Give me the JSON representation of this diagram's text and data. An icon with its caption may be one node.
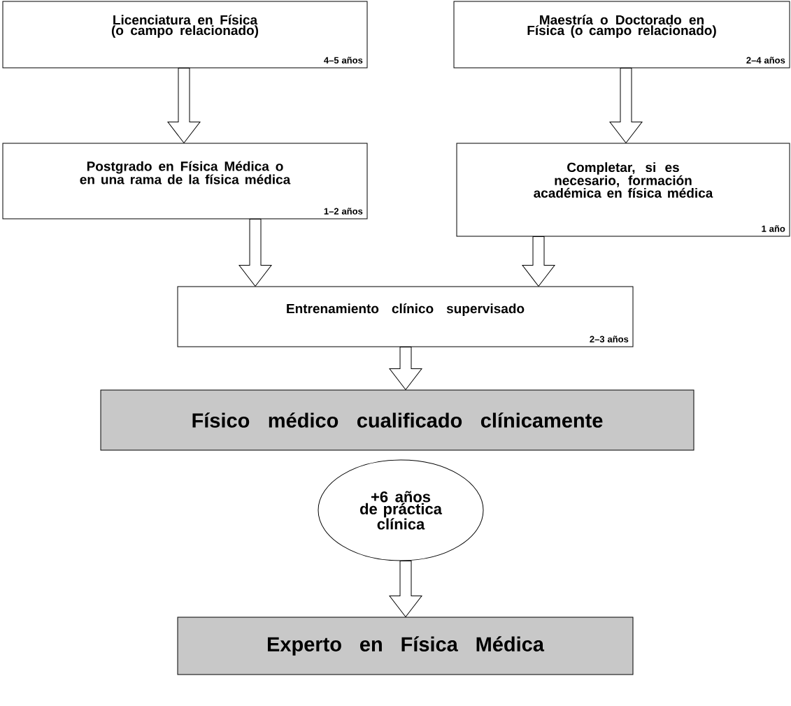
{
  "diagram": {
    "nodes": [
      {
        "text": [
          "Licenciatura en Física (o campo relacionado)",
          "4–5 años"
        ]
      },
      {
        "text": [
          "Maestría o Doctorado en Física (o campo relacionado)",
          "2–4 años"
        ]
      },
      {
        "text": [
          "Postgrado en Física Médica o en una rama de la física médica",
          "1–2 años"
        ]
      },
      {
        "text": [
          "Completar, si es necesario, formación académica en física médica",
          "1 año"
        ]
      },
      {
        "text": [
          "Entrenamiento clínico supervisado",
          "2–3 años"
        ]
      },
      {
        "text": [
          "Físico médico cualificado clínicamente"
        ]
      },
      {
        "text": [
          "+6 años de práctica clínica"
        ]
      },
      {
        "text": [
          "Experto en Física Médica"
        ]
      }
    ],
    "edges": [
      {
        "from": 0,
        "to": 2,
        "arrow": "to"
      },
      {
        "from": 1,
        "to": 3,
        "arrow": "to"
      },
      {
        "from": 2,
        "to": 4,
        "arrow": "to"
      },
      {
        "from": 3,
        "to": 4,
        "arrow": "to"
      },
      {
        "from": 4,
        "to": 5,
        "arrow": "to"
      },
      {
        "from": 6,
        "to": 7,
        "arrow": "to"
      }
    ]
  }
}
